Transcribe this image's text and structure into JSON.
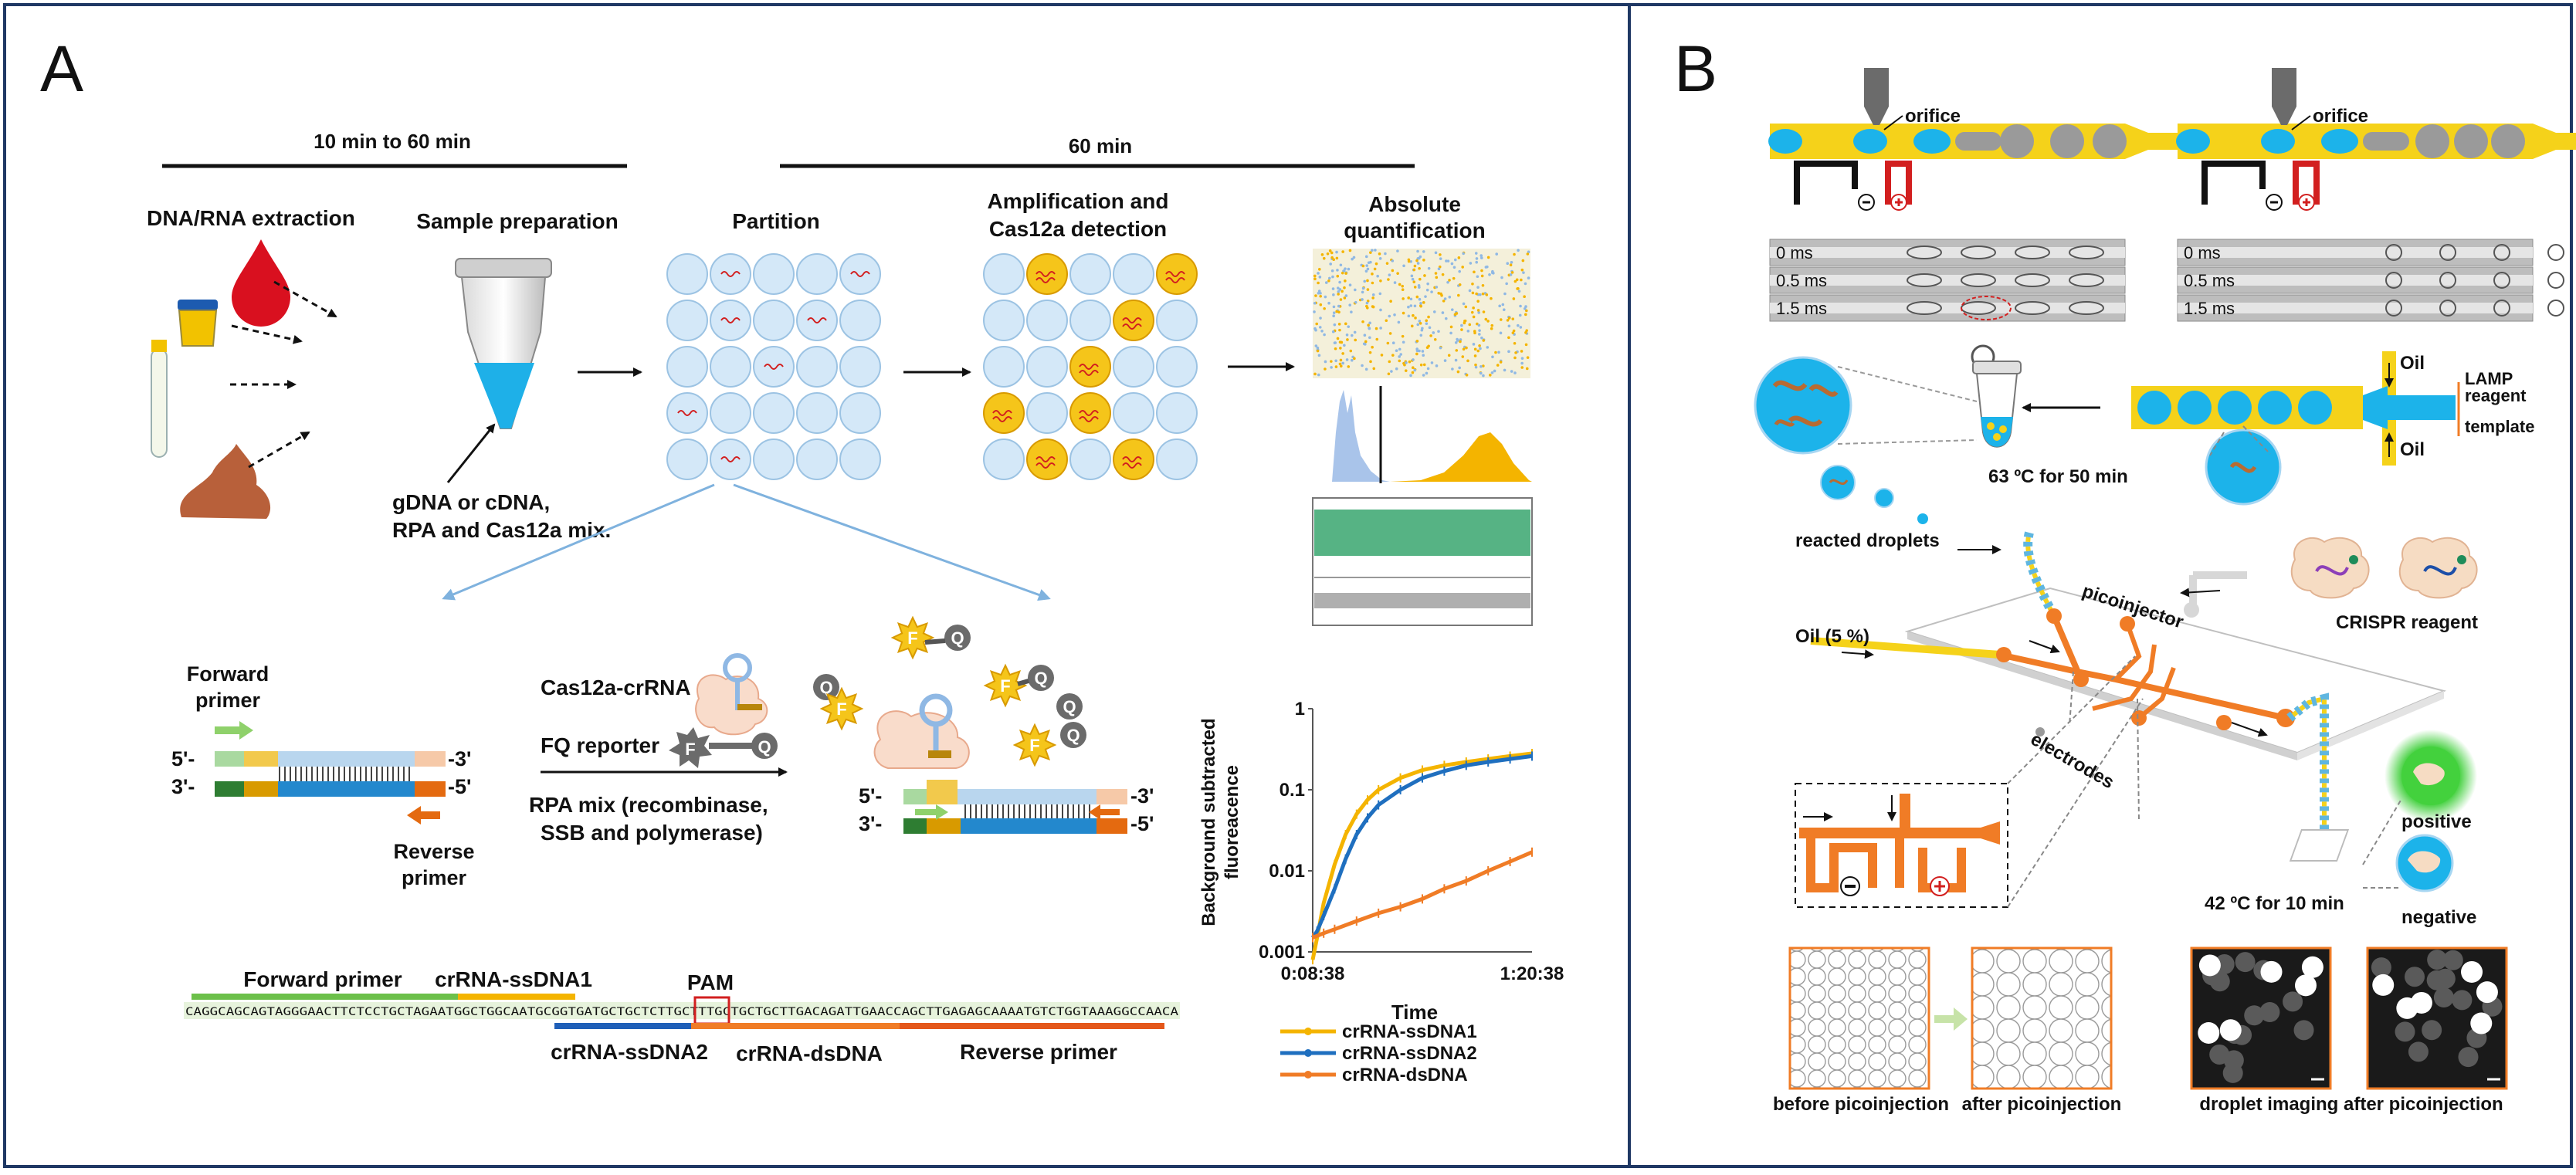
{
  "panel_a": {
    "letter": "A",
    "timeline": {
      "left": "10 min to 60 min",
      "right": "60 min"
    },
    "steps": {
      "extraction": "DNA/RNA extraction",
      "sample_prep": "Sample preparation",
      "partition": "Partition",
      "amp_line1": "Amplification and",
      "amp_line2": "Cas12a detection",
      "abs_line1": "Absolute",
      "abs_line2": "quantification"
    },
    "tube_note": [
      "gDNA or cDNA,",
      "RPA and Cas12a mix."
    ],
    "mechanism": {
      "forward_primer": [
        "Forward",
        "primer"
      ],
      "reverse_primer": [
        "Reverse",
        "primer"
      ],
      "five_prime": "5'-",
      "three_prime": "3'-",
      "three_prime_end": "-3'",
      "five_prime_end": "-5'",
      "cas12a": "Cas12a-crRNA",
      "fq": "FQ reporter",
      "rpa_line1": "RPA mix (recombinase,",
      "rpa_line2": "SSB and polymerase)",
      "f": "F",
      "q": "Q"
    },
    "sequence": {
      "text": "CAGGCAGCAGTAGGGAACTTCTCCTGCTAGAATGGCTGGCAATGCGGTGATGCTGCTCTTGCTTTGCTGCTGCTTGACAGATTGAACCAGCTTGAGAGCAAAATGTCTGGTAAAGGCCAACA",
      "labels": {
        "forward": "Forward primer",
        "ssdna1": "crRNA-ssDNA1",
        "pam": "PAM",
        "ssdna2": "crRNA-ssDNA2",
        "dsdna": "crRNA-dsDNA",
        "reverse": "Reverse primer"
      }
    },
    "chart_data": {
      "type": "line",
      "xlabel": "Time",
      "ylabel": [
        "Background subtracted",
        "fluoreacence"
      ],
      "x_tick_labels": [
        "0:08:38",
        "1:20:38"
      ],
      "y_tick_labels": [
        "0.001",
        "0.01",
        "0.1",
        "1"
      ],
      "y_scale": "log",
      "ylim": [
        0.001,
        1
      ],
      "legend_position": "bottom",
      "series": [
        {
          "name": "crRNA-ssDNA1",
          "color": "#F4B400",
          "points": [
            [
              0.0,
              0.0008
            ],
            [
              0.02,
              0.0015
            ],
            [
              0.05,
              0.004
            ],
            [
              0.1,
              0.012
            ],
            [
              0.15,
              0.028
            ],
            [
              0.2,
              0.05
            ],
            [
              0.25,
              0.075
            ],
            [
              0.3,
              0.1
            ],
            [
              0.4,
              0.14
            ],
            [
              0.5,
              0.175
            ],
            [
              0.6,
              0.2
            ],
            [
              0.7,
              0.22
            ],
            [
              0.8,
              0.24
            ],
            [
              0.9,
              0.26
            ],
            [
              1.0,
              0.28
            ]
          ]
        },
        {
          "name": "crRNA-ssDNA2",
          "color": "#1F6FBF",
          "points": [
            [
              0.0,
              0.0015
            ],
            [
              0.02,
              0.0018
            ],
            [
              0.05,
              0.0028
            ],
            [
              0.1,
              0.006
            ],
            [
              0.15,
              0.014
            ],
            [
              0.2,
              0.028
            ],
            [
              0.25,
              0.045
            ],
            [
              0.3,
              0.065
            ],
            [
              0.4,
              0.1
            ],
            [
              0.5,
              0.14
            ],
            [
              0.6,
              0.17
            ],
            [
              0.7,
              0.2
            ],
            [
              0.8,
              0.22
            ],
            [
              0.9,
              0.24
            ],
            [
              1.0,
              0.26
            ]
          ]
        },
        {
          "name": "crRNA-dsDNA",
          "color": "#F07C26",
          "points": [
            [
              0.0,
              0.0015
            ],
            [
              0.05,
              0.0017
            ],
            [
              0.1,
              0.0019
            ],
            [
              0.2,
              0.0024
            ],
            [
              0.3,
              0.003
            ],
            [
              0.4,
              0.0036
            ],
            [
              0.5,
              0.0045
            ],
            [
              0.6,
              0.006
            ],
            [
              0.7,
              0.0075
            ],
            [
              0.8,
              0.01
            ],
            [
              0.9,
              0.013
            ],
            [
              1.0,
              0.017
            ]
          ]
        }
      ]
    }
  },
  "panel_b": {
    "letter": "B",
    "orifice": "orifice",
    "times": [
      "0 ms",
      "0.5 ms",
      "1.5 ms"
    ],
    "oil": "Oil",
    "lamp_reagent": [
      "LAMP",
      "reagent"
    ],
    "template": "template",
    "incubation1": "63 ºC for 50 min",
    "reacted": "reacted droplets",
    "picoinjector": "picoinjector",
    "crispr": "CRISPR reagent",
    "oil5": "Oil (5 %)",
    "electrodes": "electrodes",
    "incubation2": "42 ºC for 10 min",
    "positive": "positive",
    "negative": "negative",
    "captions": {
      "before": "before picoinjection",
      "after": "after picoinjection",
      "imaging": "droplet imaging after picoinjection"
    }
  }
}
